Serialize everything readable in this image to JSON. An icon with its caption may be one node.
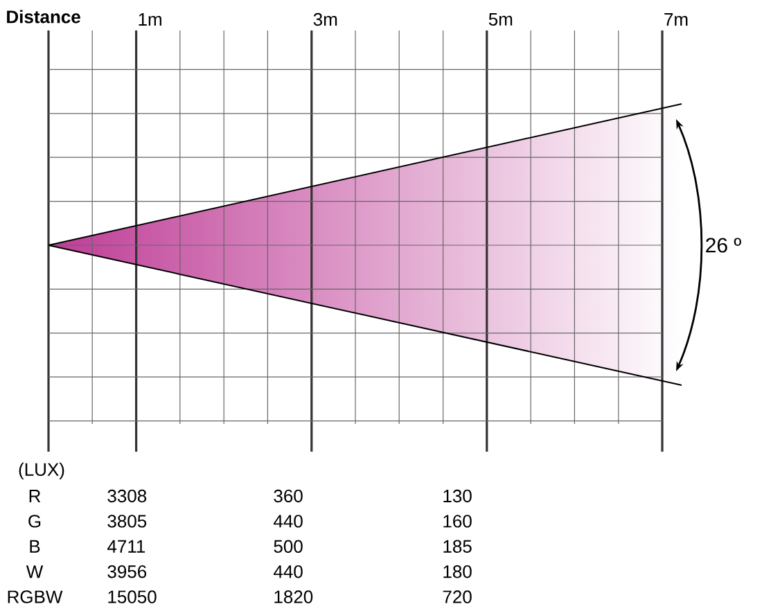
{
  "diagram": {
    "labels": [
      "Distance",
      "1m",
      "3m",
      "5m",
      "7m",
      "26 º",
      "(LUX)",
      "R",
      "3308",
      "360",
      "130",
      "G",
      "3805",
      "440",
      "160",
      "B",
      "4711",
      "500",
      "185",
      "W",
      "3956",
      "440",
      "180",
      "RGBW",
      "15050",
      "1820",
      "720"
    ]
  }
}
